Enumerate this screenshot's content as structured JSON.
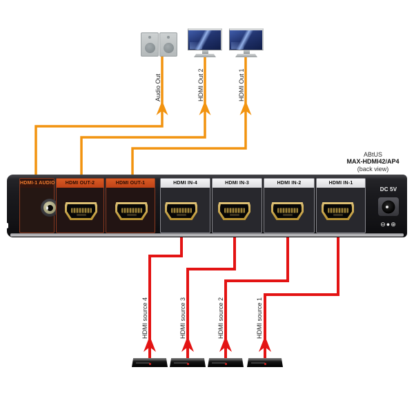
{
  "title": {
    "brand": "ABtUS",
    "model": "MAX-HDMI42/AP4",
    "view": "(back view)"
  },
  "outputs": [
    {
      "label": "Audio Out",
      "device": "speaker-pair"
    },
    {
      "label": "HDMI Out 2",
      "device": "monitor"
    },
    {
      "label": "HDMI Out 1",
      "device": "monitor"
    }
  ],
  "panel": {
    "audio_label": "HDMI-1 AUDIO",
    "out_labels": [
      "HDMI OUT-2",
      "HDMI OUT-1"
    ],
    "in_labels": [
      "HDMI IN-4",
      "HDMI IN-3",
      "HDMI IN-2",
      "HDMI IN-1"
    ],
    "dc_label": "DC 5V",
    "polarity": "⊖●⊕"
  },
  "sources": [
    "HDMI source 4",
    "HDMI source 3",
    "HDMI source 2",
    "HDMI source 1"
  ],
  "colors": {
    "output_cable": "#F2930F",
    "input_cable": "#E31313",
    "out_header": "#C74A1E",
    "in_header": "#ECECEF"
  }
}
